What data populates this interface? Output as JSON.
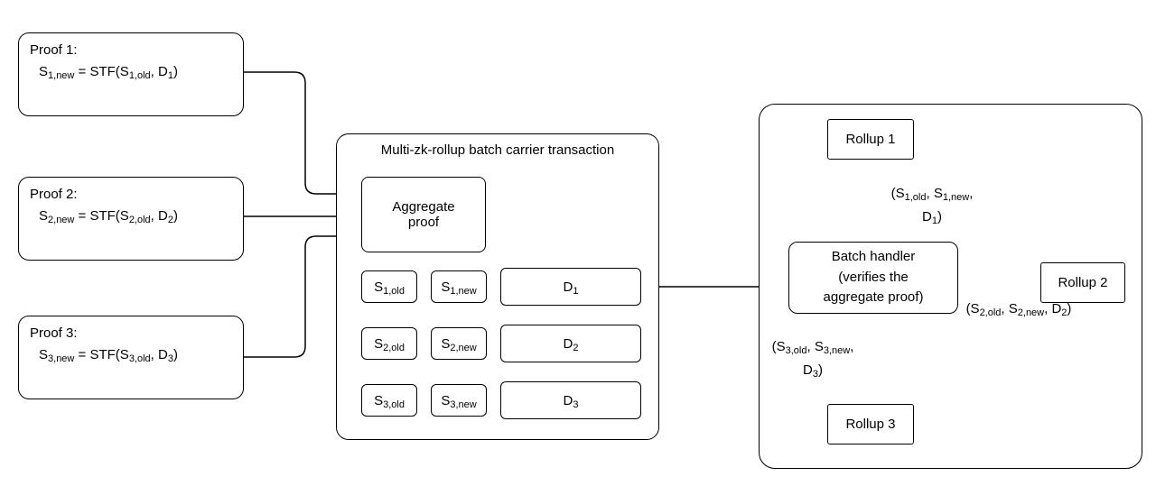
{
  "diagram": {
    "proofs": [
      {
        "title": "Proof 1:",
        "formula": "S_{1,new} = STF(S_{1,old}, D_{1})"
      },
      {
        "title": "Proof 2:",
        "formula": "S_{2,new} = STF(S_{2,old}, D_{2})"
      },
      {
        "title": "Proof 3:",
        "formula": "S_{3,new} = STF(S_{3,old}, D_{3})"
      }
    ],
    "carrier": {
      "title": "Multi-zk-rollup batch carrier transaction",
      "aggregate_label": "Aggregate proof",
      "rows": [
        {
          "s_old": "S_{1,old}",
          "s_new": "S_{1,new}",
          "d": "D_{1}"
        },
        {
          "s_old": "S_{2,old}",
          "s_new": "S_{2,new}",
          "d": "D_{2}"
        },
        {
          "s_old": "S_{3,old}",
          "s_new": "S_{3,new}",
          "d": "D_{3}"
        }
      ]
    },
    "handler_group": {
      "rollup1": "Rollup 1",
      "rollup2": "Rollup 2",
      "rollup3": "Rollup 3",
      "batch_handler": "Batch handler (verifies the aggregate proof)",
      "edge_labels": [
        "(S_{1,old}, S_{1,new}, D_{1})",
        "(S_{2,old}, S_{2,new}, D_{2})",
        "(S_{3,old}, S_{3,new}, D_{3})"
      ]
    },
    "colors": {
      "stroke": "#000000",
      "fill": "#ffffff",
      "text": "#000000"
    }
  }
}
